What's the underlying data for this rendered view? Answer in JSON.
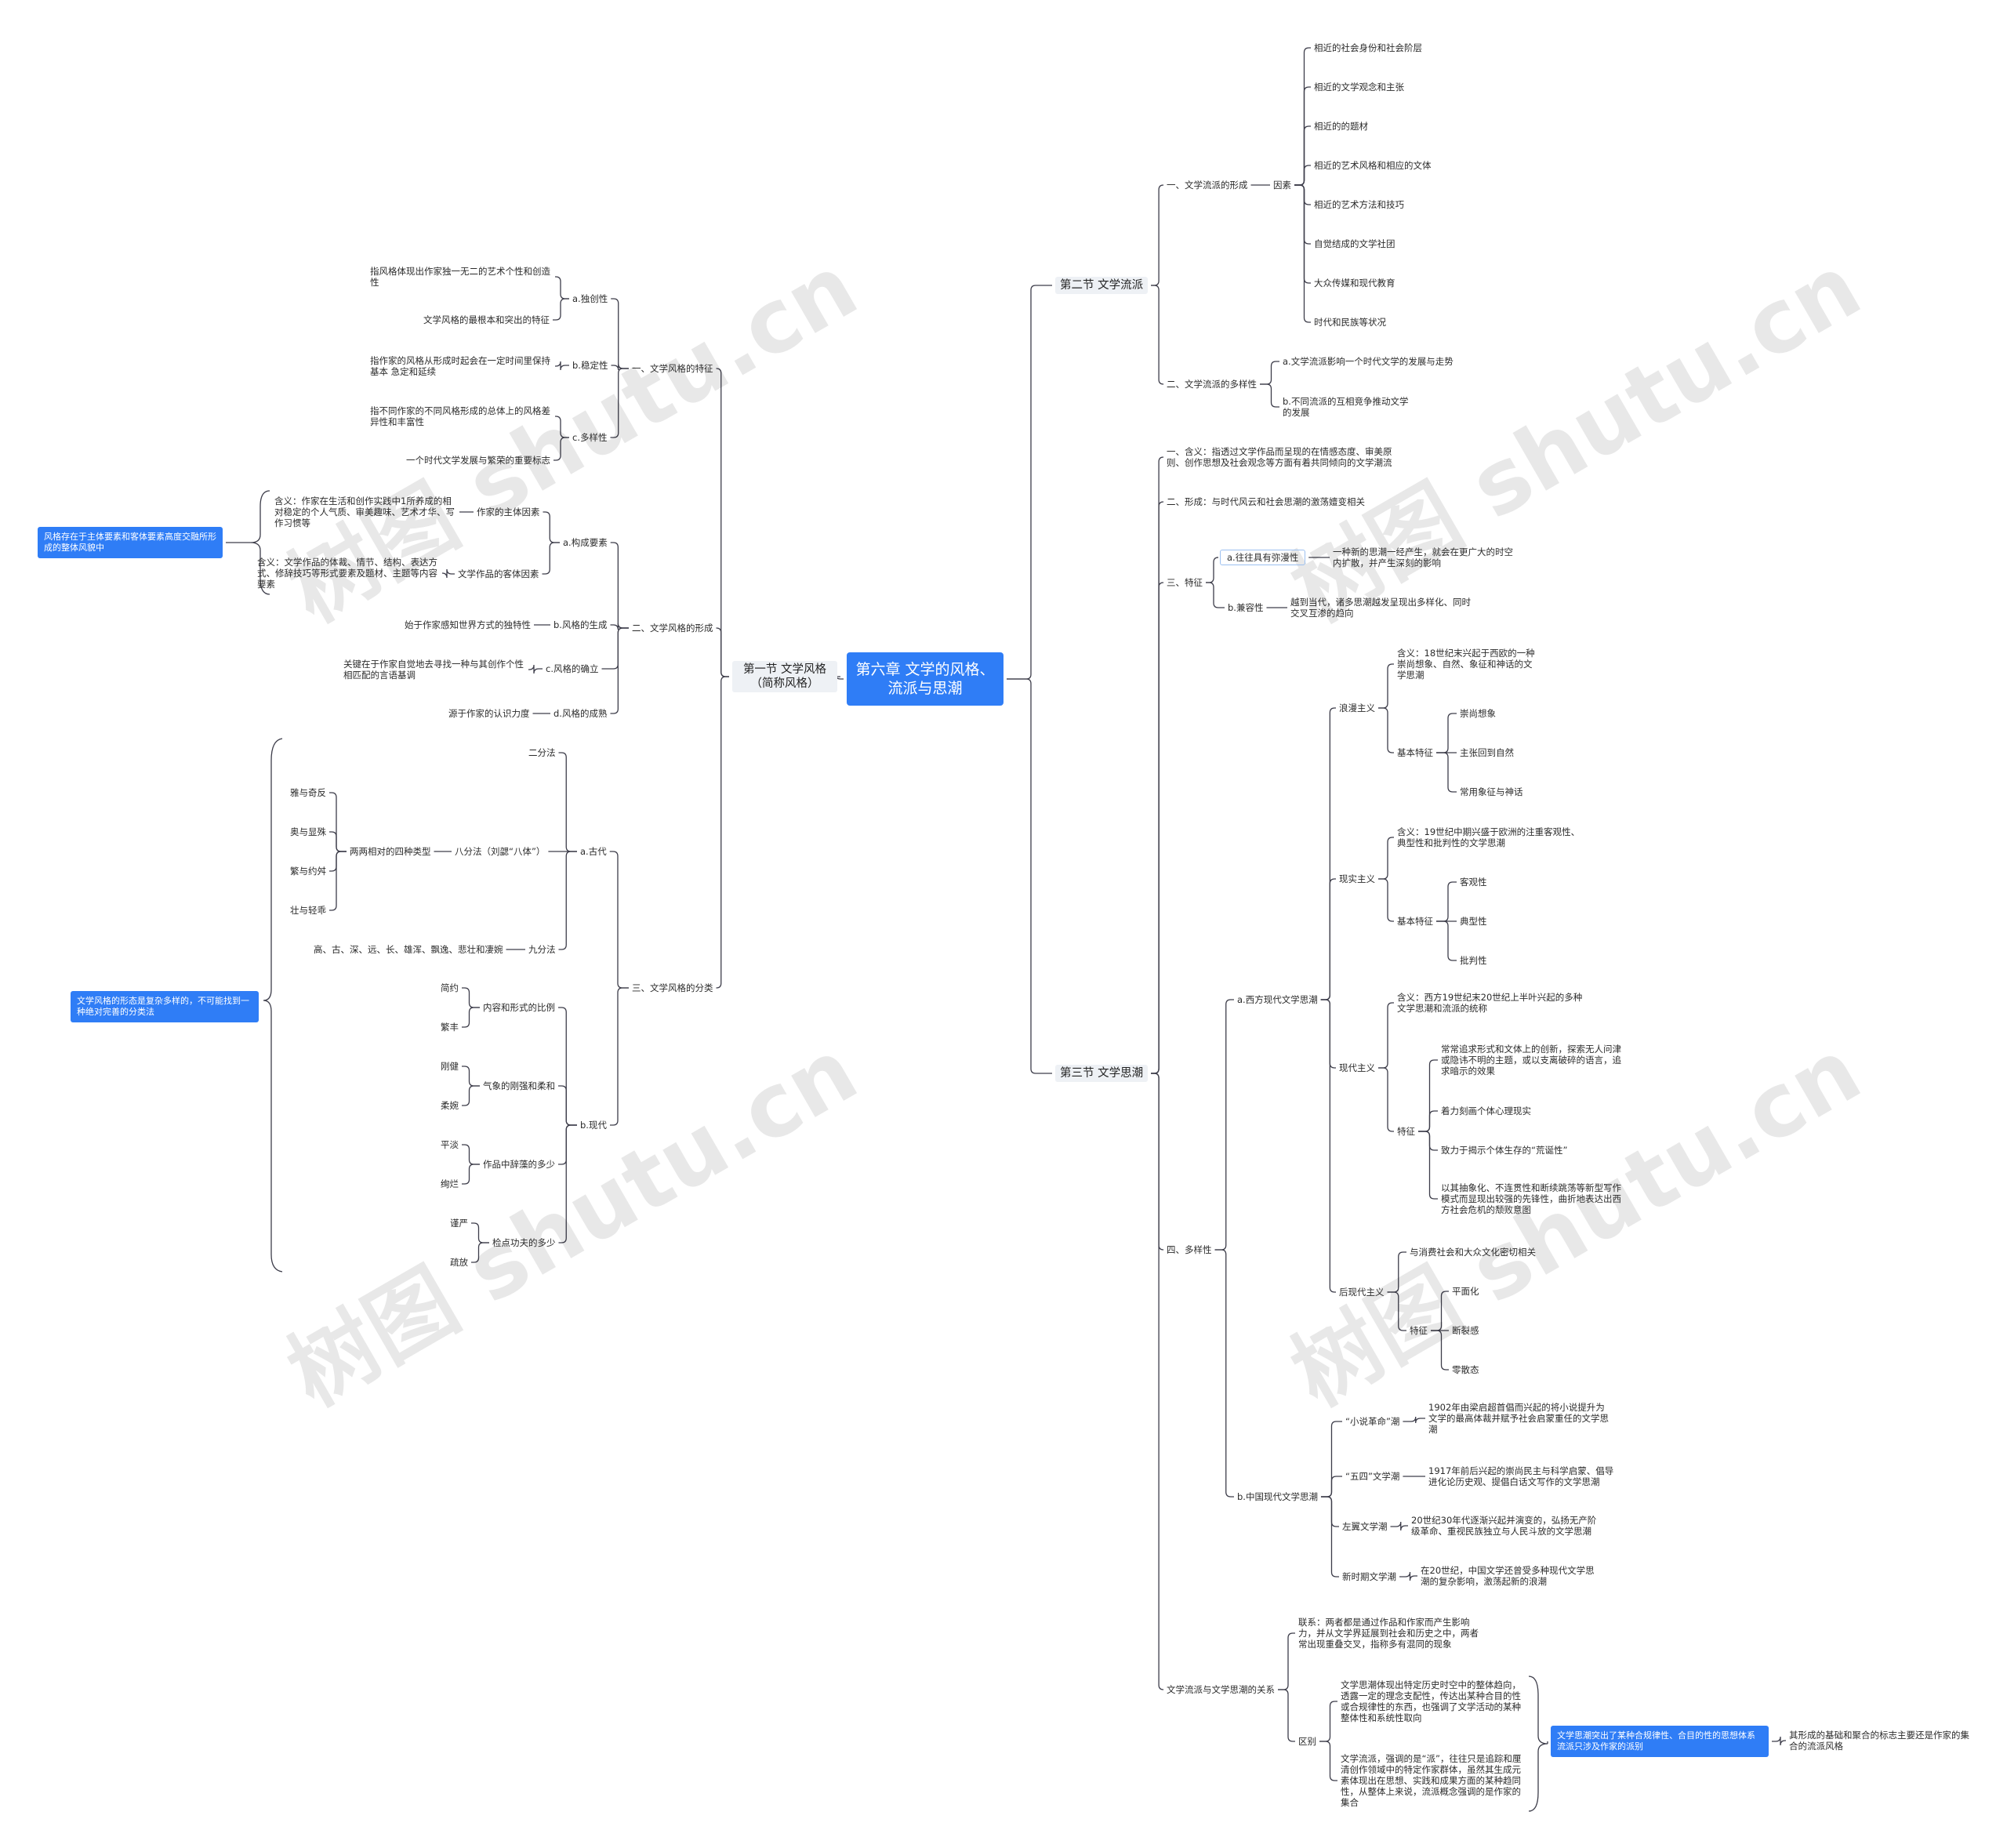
{
  "root": "第六章 文学的风格、流派与思潮",
  "watermark": "树图 shutu.cn",
  "left": {
    "sec1": "第一节 文学风格\n（简称风格）",
    "tezheng": "一、文学风格的特征",
    "dute": "a.独创性",
    "dute_1": "指风格体现出作家独一无二的艺术个性和创造性",
    "dute_2": "文学风格的最根本和突出的特征",
    "wending": "b.稳定性",
    "wending_1": "指作家的风格从形成时起会在一定时间里保持基本 急定和延续",
    "duoyang": "c.多样性",
    "duoyang_1": "指不同作家的不同风格形成的总体上的风格差异性和丰富性",
    "duoyang_2": "一个时代文学发展与繁荣的重要标志",
    "xingcheng": "二、文学风格的形成",
    "goucheng": "a.构成要素",
    "zhuti": "作家的主体因素",
    "zhuti_def": "含义：作家在生活和创作实践中1所养成的相对稳定的个人气质、审美趣味、艺术才华、写作习惯等",
    "keti": "文学作品的客体因素",
    "keti_def": "含义：文学作品的体裁、情节、结构、表达方式、修辞技巧等形式要素及题材、主题等内容要素",
    "summary1": "风格存在于主体要素和客体要素高度交融所形成的整体风貌中",
    "shengcheng": "b.风格的生成",
    "shengcheng_1": "始于作家感知世界方式的独特性",
    "queli": "c.风格的确立",
    "queli_1": "关键在于作家自觉地去寻找一种与其创作个性相匹配的言语基调",
    "chengshu": "d.风格的成熟",
    "chengshu_1": "源于作家的认识力度",
    "fenlei": "三、文学风格的分类",
    "gudai": "a.古代",
    "erfen": "二分法",
    "bafen": "八分法（刘勰“八体”）",
    "sizhong": "两两相对的四种类型",
    "ya": "雅与奇反",
    "ao": "奥与显殊",
    "fan": "繁与约舛",
    "zhuang": "壮与轻乖",
    "jiufen": "九分法",
    "jiufen_1": "高、古、深、远、长、雄浑、飘逸、悲壮和凄婉",
    "xiandai": "b.现代",
    "xian_a": "内容和形式的比例",
    "jianyue": "简约",
    "fanfeng": "繁丰",
    "xian_b": "气象的刚强和柔和",
    "gangjian": "刚健",
    "rouwan": "柔婉",
    "xian_c": "作品中辞藻的多少",
    "pingdan": "平淡",
    "xuanlan": "绚烂",
    "xian_d": "检点功夫的多少",
    "yanjin": "谨严",
    "shufang": "疏放",
    "summary2": "文学风格的形态是复杂多样的，不可能找到一种绝对完善的分类法"
  },
  "right": {
    "sec2": "第二节 文学流派",
    "p_form": "一、文学流派的形成",
    "yinsu": "因素",
    "yinsu_items": [
      "相近的社会身份和社会阶层",
      "相近的文学观念和主张",
      "相近的的题材",
      "相近的艺术风格和相应的文体",
      "相近的艺术方法和技巧",
      "自觉结成的文学社团",
      "大众传媒和现代教育",
      "时代和民族等状况"
    ],
    "p_multi": "二、文学流派的多样性",
    "p_multi_a": "a.文学流派影响一个时代文学的发展与走势",
    "p_multi_b": "b.不同流派的互相竞争推动文学的发展",
    "sec3": "第三节 文学思潮",
    "t_def": "一、含义：指透过文学作品而呈现的在情感态度、审美原则、创作思想及社会观念等方面有着共同倾向的文学潮流",
    "t_form": "二、形成：与时代风云和社会思潮的激荡嬗变相关",
    "t_feat": "三、特征",
    "t_feat_a": "a.往往具有弥漫性",
    "t_feat_a1": "一种新的思潮一经产生，就会在更广大的时空内扩散，并产生深刻的影响",
    "t_feat_b": "b.兼容性",
    "t_feat_b1": "越到当代，诸多思潮越发呈现出多样化、同时交叉互渗的趋向",
    "t_multi": "四、多样性",
    "west": "a.西方现代文学思潮",
    "lang": "浪漫主义",
    "lang_def": "含义：18世纪末兴起于西欧的一种崇尚想象、自然、象征和神话的文学思潮",
    "lang_feat": "基本特征",
    "lang_items": [
      "崇尚想象",
      "主张回到自然",
      "常用象征与神话"
    ],
    "xianshi": "现实主义",
    "xianshi_def": "含义：19世纪中期兴盛于欧洲的注重客观性、典型性和批判性的文学思潮",
    "xianshi_feat": "基本特征",
    "xianshi_items": [
      "客观性",
      "典型性",
      "批判性"
    ],
    "xiandai": "现代主义",
    "xiandai_def": "含义：西方19世纪末20世纪上半叶兴起的多种文学思潮和流派的统称",
    "xiandai_feat": "特征",
    "xiandai_items": [
      "常常追求形式和文体上的创新，探索无人问津或隐讳不明的主题，或以支离破碎的语言，追求暗示的效果",
      "着力刻画个体心理现实",
      "致力于揭示个体生存的“荒诞性”",
      "以其抽象化、不连贯性和断续跳荡等新型写作模式而显现出较强的先锋性，曲折地表达出西方社会危机的颓败意图"
    ],
    "houxiandai": "后现代主义",
    "hou_1": "与消费社会和大众文化密切相关",
    "hou_feat": "特征",
    "hou_items": [
      "平面化",
      "断裂感",
      "零散态"
    ],
    "china": "b.中国现代文学思潮",
    "c1": "“小说革命”潮",
    "c1_d": "1902年由梁启超首倡而兴起的将小说提升为文学的最高体裁并赋予社会启蒙重任的文学思潮",
    "c2": "“五四”文学潮",
    "c2_d": "1917年前后兴起的崇尚民主与科学启蒙、倡导进化论历史观、提倡白话文写作的文学思潮",
    "c3": "左翼文学潮",
    "c3_d": "20世纪30年代逐渐兴起并演变的，弘扬无产阶级革命、重视民族独立与人民斗放的文学思潮",
    "c4": "新时期文学潮",
    "c4_d": "在20世纪，中国文学还曾受多种现代文学思潮的复杂影响，激荡起新的浪潮",
    "rel": "文学流派与文学思潮的关系",
    "rel_lx": "联系：两者都是通过作品和作家而产生影响力，并从文学界延展到社会和历史之中，两者常出现重叠交叉，指称多有混同的现象",
    "rel_qb": "区别",
    "rel_qb1": "文学思潮体现出特定历史时空中的整体趋向，透露一定的理念支配性，传达出某种合目的性或合规律性的东西，也强调了文学活动的某种整体性和系统性取向",
    "rel_qb2": "文学流派，强调的是“派”，往往只是追踪和厘清创作领域中的特定作家群体，虽然其生成元素体现出在思想、实践和成果方面的某种趋同性，从整体上来说，流派概念强调的是作家的集合",
    "rel_sum": "文学思潮突出了某种合规律性、合目的性的思想体系流派只涉及作家的派别",
    "rel_sum2": "其形成的基础和聚合的标志主要还是作家的集合的流派风格"
  }
}
